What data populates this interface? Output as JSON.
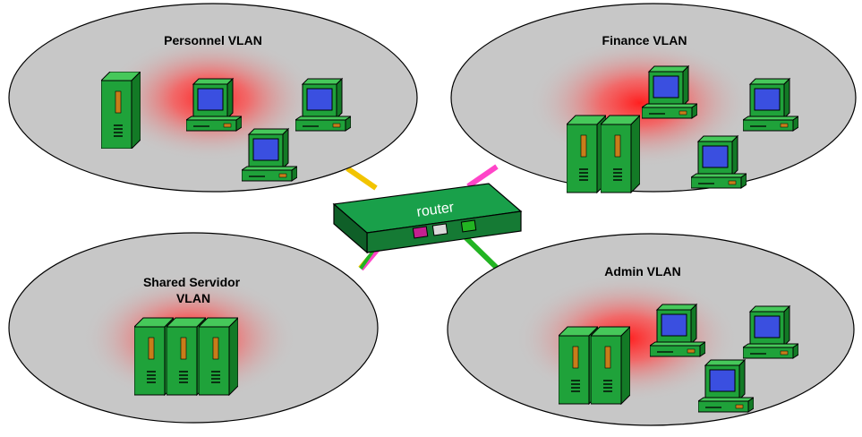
{
  "diagram": {
    "router": {
      "label": "router"
    },
    "vlans": [
      {
        "id": "personnel",
        "title_lines": [
          "Personnel VLAN"
        ]
      },
      {
        "id": "finance",
        "title_lines": [
          "Finance VLAN"
        ]
      },
      {
        "id": "shared",
        "title_lines": [
          "Shared Servidor",
          "VLAN"
        ]
      },
      {
        "id": "admin",
        "title_lines": [
          "Admin VLAN"
        ]
      }
    ],
    "link_colors": {
      "personnel": "#f2c400",
      "finance": "#ff44c8",
      "admin": "#22b422",
      "shared": [
        "#ff44c8",
        "#f2c400",
        "#22b422"
      ]
    },
    "port_colors": [
      "#c42090",
      "#d9d9d9",
      "#22b422"
    ],
    "device_color": "#1fa23a",
    "screen_color": "#3a4fe0",
    "glow_color": "#ff2a2a",
    "cloud_color": "#c7c7c7"
  }
}
